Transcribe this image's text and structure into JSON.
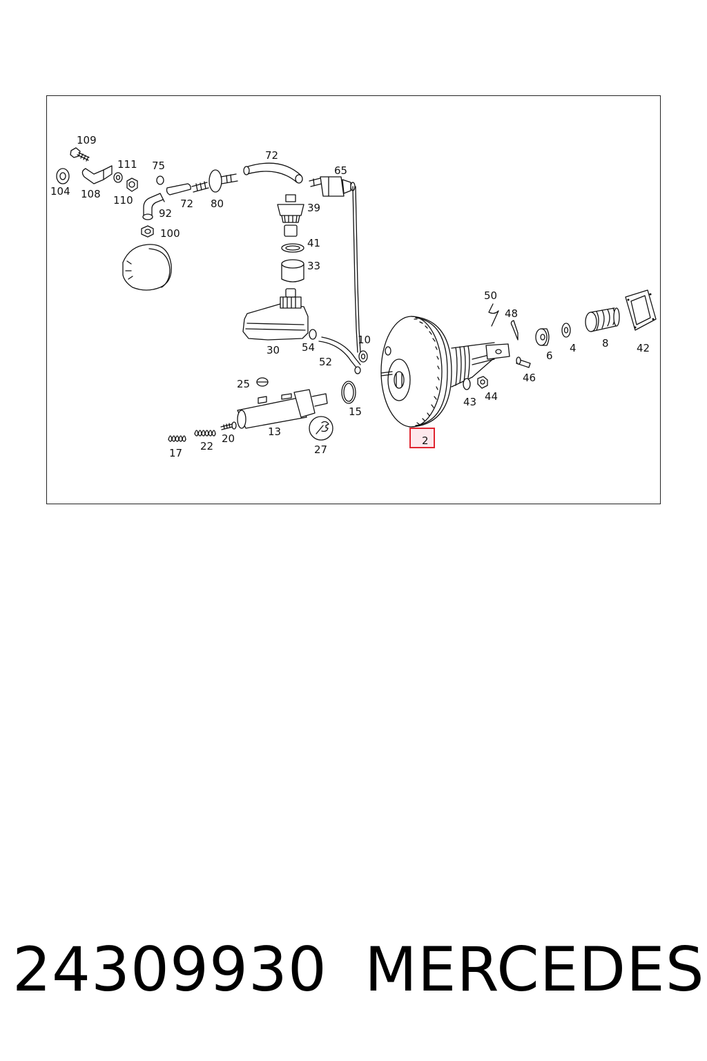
{
  "diagram": {
    "callouts": [
      {
        "id": "c109",
        "label": "109"
      },
      {
        "id": "c104",
        "label": "104"
      },
      {
        "id": "c108",
        "label": "108"
      },
      {
        "id": "c111",
        "label": "111"
      },
      {
        "id": "c110",
        "label": "110"
      },
      {
        "id": "c75",
        "label": "75"
      },
      {
        "id": "c92",
        "label": "92"
      },
      {
        "id": "c72a",
        "label": "72"
      },
      {
        "id": "c72b",
        "label": "72"
      },
      {
        "id": "c80",
        "label": "80"
      },
      {
        "id": "c65",
        "label": "65"
      },
      {
        "id": "c39",
        "label": "39"
      },
      {
        "id": "c100",
        "label": "100"
      },
      {
        "id": "c41",
        "label": "41"
      },
      {
        "id": "c33",
        "label": "33"
      },
      {
        "id": "c50",
        "label": "50"
      },
      {
        "id": "c48",
        "label": "48"
      },
      {
        "id": "c10",
        "label": "10"
      },
      {
        "id": "c30",
        "label": "30"
      },
      {
        "id": "c54",
        "label": "54"
      },
      {
        "id": "c52",
        "label": "52"
      },
      {
        "id": "c6",
        "label": "6"
      },
      {
        "id": "c4",
        "label": "4"
      },
      {
        "id": "c8",
        "label": "8"
      },
      {
        "id": "c42",
        "label": "42"
      },
      {
        "id": "c46",
        "label": "46"
      },
      {
        "id": "c25",
        "label": "25"
      },
      {
        "id": "c43",
        "label": "43"
      },
      {
        "id": "c44",
        "label": "44"
      },
      {
        "id": "c15",
        "label": "15"
      },
      {
        "id": "c13",
        "label": "13"
      },
      {
        "id": "c20",
        "label": "20"
      },
      {
        "id": "c22",
        "label": "22"
      },
      {
        "id": "c17",
        "label": "17"
      },
      {
        "id": "c27",
        "label": "27"
      },
      {
        "id": "c2",
        "label": "2"
      }
    ],
    "highlight_color": "#e0242f"
  },
  "footer": {
    "part_number": "24309930",
    "brand": "MERCEDES"
  }
}
